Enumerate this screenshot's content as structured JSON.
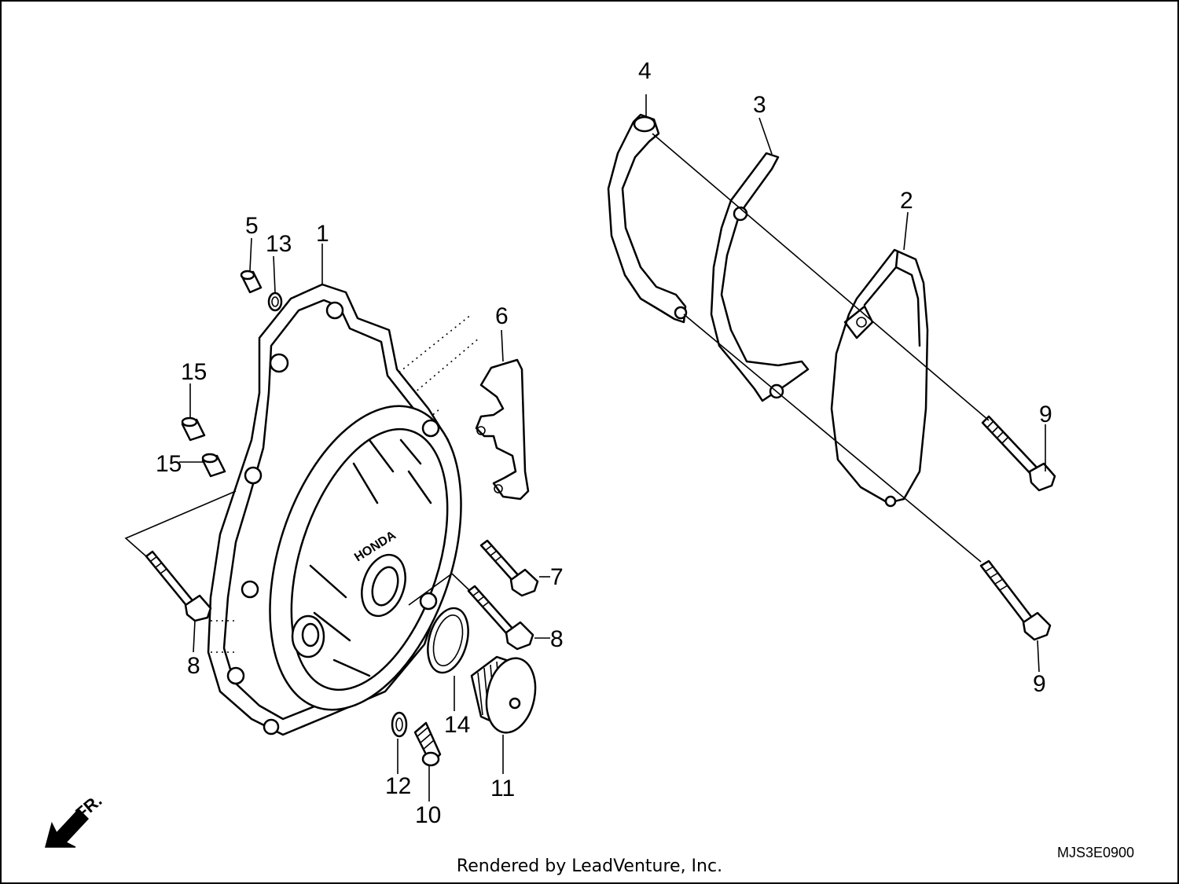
{
  "callouts": {
    "c1": "1",
    "c2": "2",
    "c3": "3",
    "c4": "4",
    "c5": "5",
    "c6": "6",
    "c7": "7",
    "c8a": "8",
    "c8b": "8",
    "c9a": "9",
    "c9b": "9",
    "c10": "10",
    "c11": "11",
    "c12": "12",
    "c13": "13",
    "c14": "14",
    "c15a": "15",
    "c15b": "15"
  },
  "brand_marking": "HONDA",
  "direction_label": "FR.",
  "diagram_code": "MJS3E0900",
  "footer": "Rendered by LeadVenture, Inc."
}
